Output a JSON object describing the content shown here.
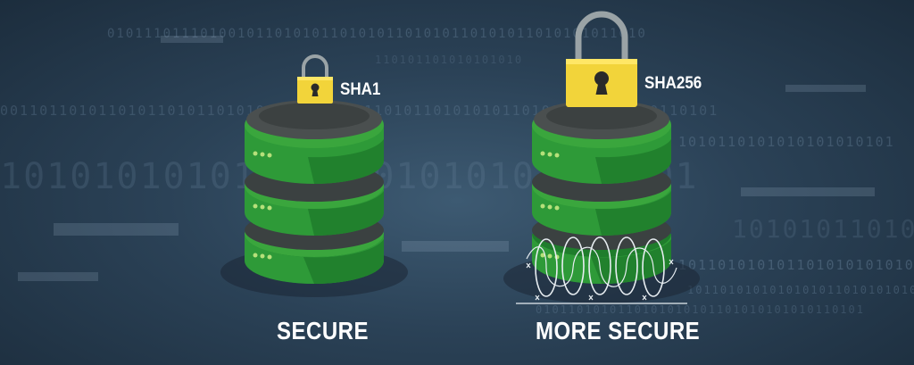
{
  "left_server": {
    "hash_label": "SHA1",
    "caption": "SECURE"
  },
  "right_server": {
    "hash_label": "SHA256",
    "caption": "MORE SECURE"
  },
  "colors": {
    "background_dark": "#1c2d3d",
    "background_light": "#3d5a72",
    "server_green": "#3aa63d",
    "server_green_dark": "#1f7d2c",
    "server_top": "#4a4f4f",
    "lock_body": "#f2d43a",
    "lock_shackle": "#9aa3a6",
    "text": "#ffffff"
  },
  "icons": [
    "server-stack-icon",
    "padlock-icon",
    "barbed-wire-icon"
  ]
}
